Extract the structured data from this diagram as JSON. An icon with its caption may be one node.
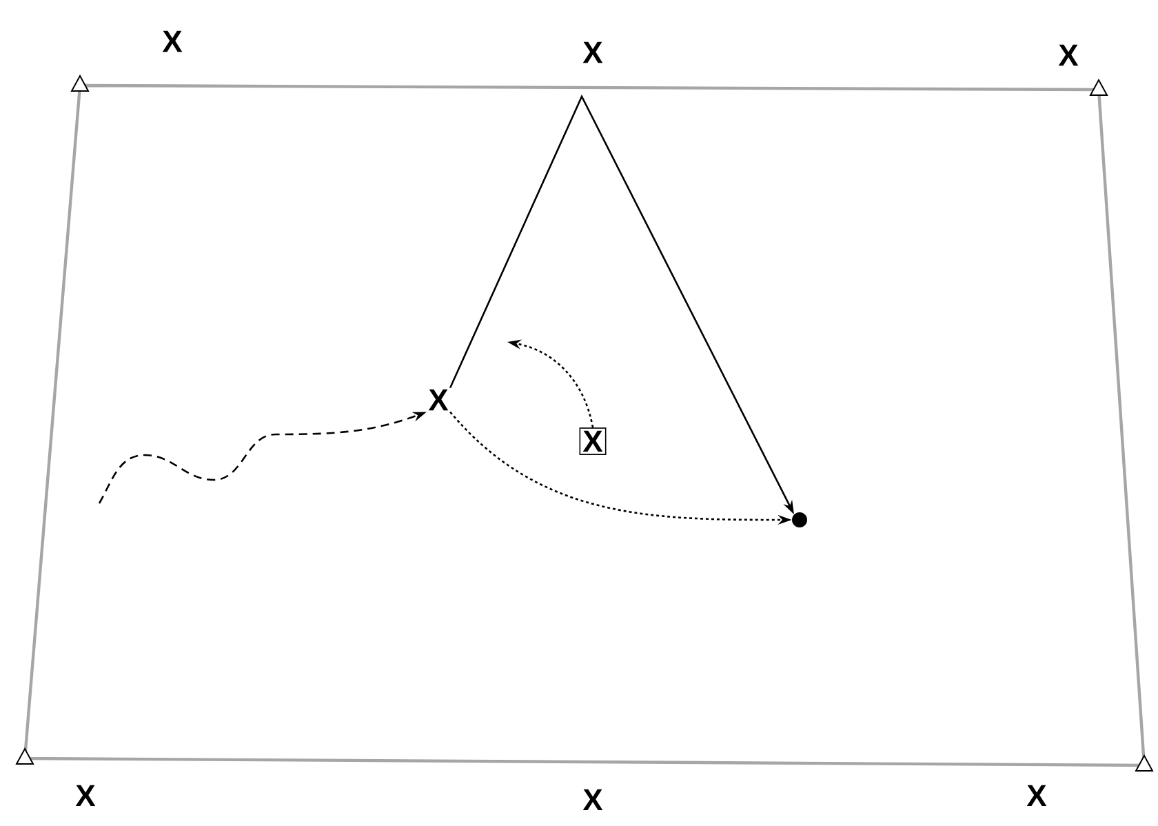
{
  "diagram": {
    "nodes": [
      {
        "text": [
          "X"
        ]
      },
      {
        "text": [
          "X"
        ]
      },
      {
        "text": [
          "X"
        ]
      },
      {
        "text": [
          "X"
        ]
      },
      {
        "text": [
          "X"
        ]
      },
      {
        "text": [],
        "shape": "circle"
      },
      {
        "text": [
          "X"
        ]
      },
      {
        "text": [
          "X"
        ]
      },
      {
        "text": [
          "X"
        ]
      }
    ],
    "edges": [
      {
        "from": 3,
        "to": 5,
        "arrow": "to"
      },
      {
        "from": 3,
        "to": 5,
        "arrow": "to",
        "style": "dashed"
      },
      {
        "from": 4,
        "to": null,
        "arrow": "to",
        "style": "dashed"
      },
      {
        "from": null,
        "to": 3,
        "arrow": "to",
        "style": "dashed"
      }
    ]
  }
}
